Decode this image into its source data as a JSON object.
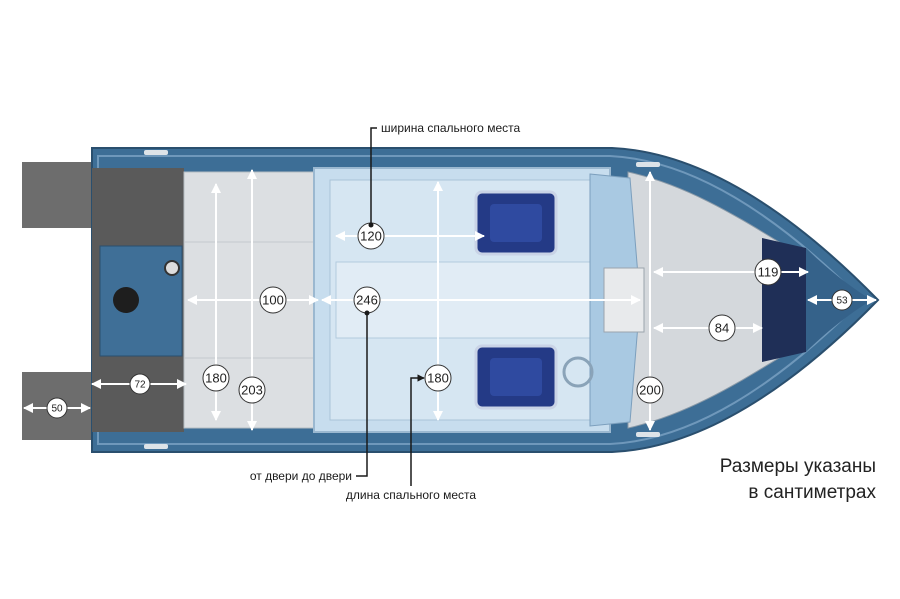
{
  "callouts": {
    "sleeping_width": "ширина спального места",
    "door_to_door": "от двери до двери",
    "sleeping_length": "длина спального места"
  },
  "note": {
    "line1": "Размеры указаны",
    "line2": "в сантиметрах"
  },
  "dimensions": {
    "d120": "120",
    "d100": "100",
    "d246": "246",
    "d180_center": "180",
    "d180_left": "180",
    "d203": "203",
    "d72": "72",
    "d50": "50",
    "d119": "119",
    "d84": "84",
    "d53": "53",
    "d200": "200"
  },
  "colors": {
    "hull": "#3d6e96",
    "hull_dark": "#2c5577",
    "deck": "#d9dde2",
    "cabin_glass": "#bcd7ec",
    "seat": "#243a86",
    "engine_bracket": "#6b6b6b",
    "arrow": "#ffffff"
  }
}
